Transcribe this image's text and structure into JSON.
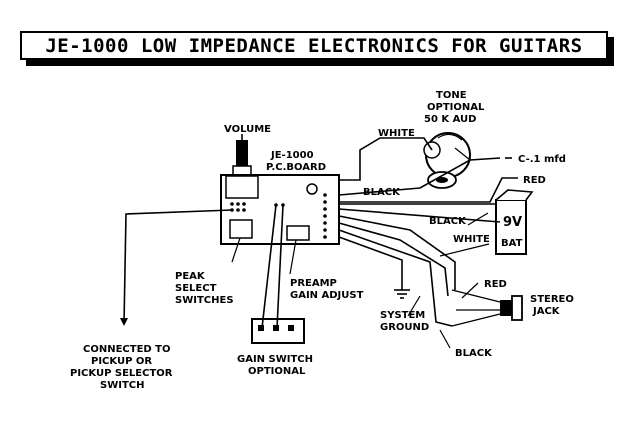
{
  "title": "JE-1000 LOW IMPEDANCE ELECTRONICS FOR GUITARS",
  "labels": {
    "volume": "VOLUME",
    "board_line1": "JE-1000",
    "board_line2": "P.C.BOARD",
    "tone_line1": "TONE",
    "tone_line2": "OPTIONAL",
    "tone_line3": "50 K AUD",
    "white_top": "WHITE",
    "capacitor": "C-.1 mfd",
    "red_top": "RED",
    "black_mid": "BLACK",
    "black_right": "BLACK",
    "white_right": "WHITE",
    "battery_line1": "9V",
    "battery_line2": "BAT",
    "red_jack": "RED",
    "jack_line1": "STEREO",
    "jack_line2": "JACK",
    "black_bottom": "BLACK",
    "ground_line1": "SYSTEM",
    "ground_line2": "GROUND",
    "peak_line1": "PEAK",
    "peak_line2": "SELECT",
    "peak_line3": "SWITCHES",
    "preamp_line1": "PREAMP",
    "preamp_line2": "GAIN ADJUST",
    "gain_line1": "GAIN SWITCH",
    "gain_line2": "OPTIONAL",
    "pickup_line1": "CONNECTED TO",
    "pickup_line2": "PICKUP OR",
    "pickup_line3": "PICKUP SELECTOR",
    "pickup_line4": "SWITCH"
  }
}
